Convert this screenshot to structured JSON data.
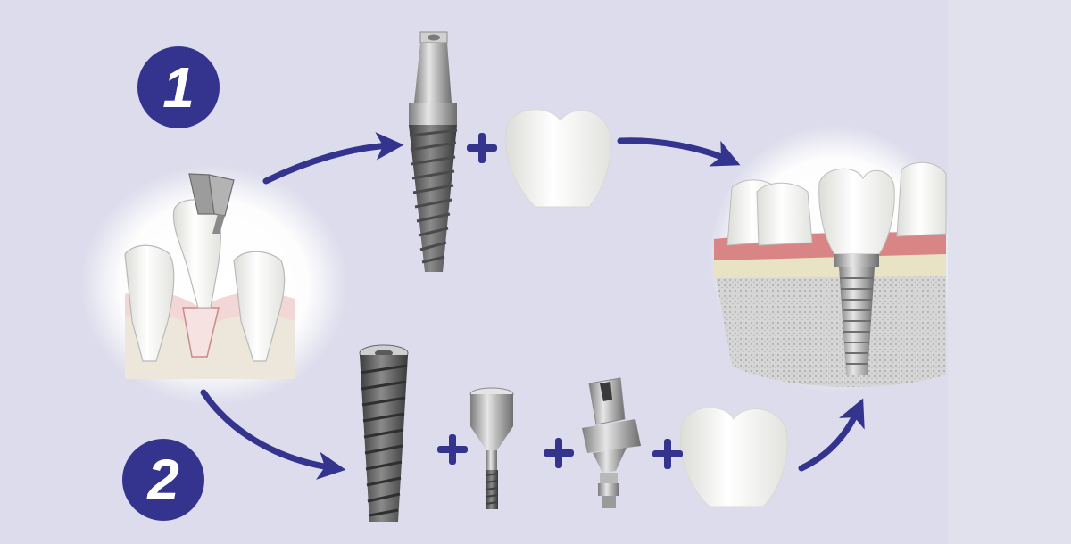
{
  "steps": [
    {
      "number": "1"
    },
    {
      "number": "2"
    }
  ],
  "colors": {
    "background": "#dcdcec",
    "accent": "#34348f",
    "gum": "#d98585",
    "bone": "#e9e3c6",
    "metal": "#a7a7a7"
  },
  "icons": {
    "extraction": "tooth-extraction-illustration",
    "one_piece_implant": "one-piece-implant",
    "crown": "tooth-crown",
    "implant": "implant-screw",
    "abutment": "healing-abutment",
    "angled_abutment": "angled-abutment",
    "result": "implant-in-jaw-illustration"
  }
}
